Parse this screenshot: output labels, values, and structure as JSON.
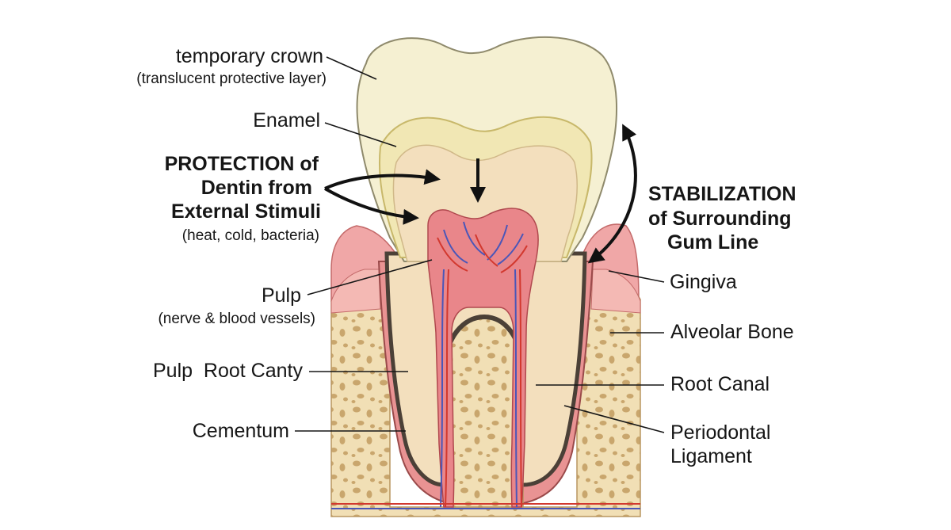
{
  "labels": {
    "temporary_crown": "temporary crown",
    "temporary_crown_sub": "(translucent protective layer)",
    "enamel": "Enamel",
    "protection_line1": "PROTECTION of",
    "protection_line2": "Dentin from",
    "protection_line3": "External Stimuli",
    "protection_sub": "(heat, cold, bacteria)",
    "pulp": "Pulp",
    "pulp_sub": "(nerve & blood vessels)",
    "pulp_root_cavity": "Pulp  Root Canty",
    "cementum": "Cementum",
    "stabilization_line1": "STABILIZATION",
    "stabilization_line2": "of Surrounding",
    "stabilization_line3": "Gum Line",
    "gingiva": "Gingiva",
    "alveolar_bone": "Alveolar Bone",
    "root_canal": "Root Canal",
    "periodontal_line1": "Periodontal",
    "periodontal_line2": "Ligament"
  },
  "colors": {
    "crown": "#f5f0d2",
    "enamel": "#f1e7b4",
    "dentin": "#f3dfbd",
    "pulp": "#e9868a",
    "gingiva": "#f0a7a7",
    "bone": "#f1dfb5",
    "bone_pores": "#c9a66d",
    "nerve": "#4a56b8",
    "vessel": "#d2382e"
  }
}
